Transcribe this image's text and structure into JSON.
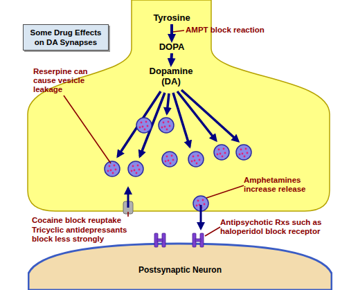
{
  "diagram": {
    "title": "Some Drug Effects on DA Synapses",
    "nodes": [
      {
        "text": [
          "Tyrosine"
        ]
      },
      {
        "text": [
          "DOPA"
        ]
      },
      {
        "text": [
          "Dopamine (DA)"
        ]
      },
      {
        "text": [
          "Postsynaptic Neuron"
        ]
      }
    ],
    "edges": [
      {
        "from": 0,
        "to": 1,
        "arrow": "to"
      },
      {
        "from": 1,
        "to": 2,
        "arrow": "to"
      }
    ],
    "labels": [
      "AMPT block reaction",
      "Reserpine can cause vesicle leakage",
      "Amphetamines increase release",
      "Cocaine block reuptake",
      "Tricyclic antidepressants block less strongly",
      "Antipsychotic Rxs such as haloperidol block receptor"
    ]
  }
}
